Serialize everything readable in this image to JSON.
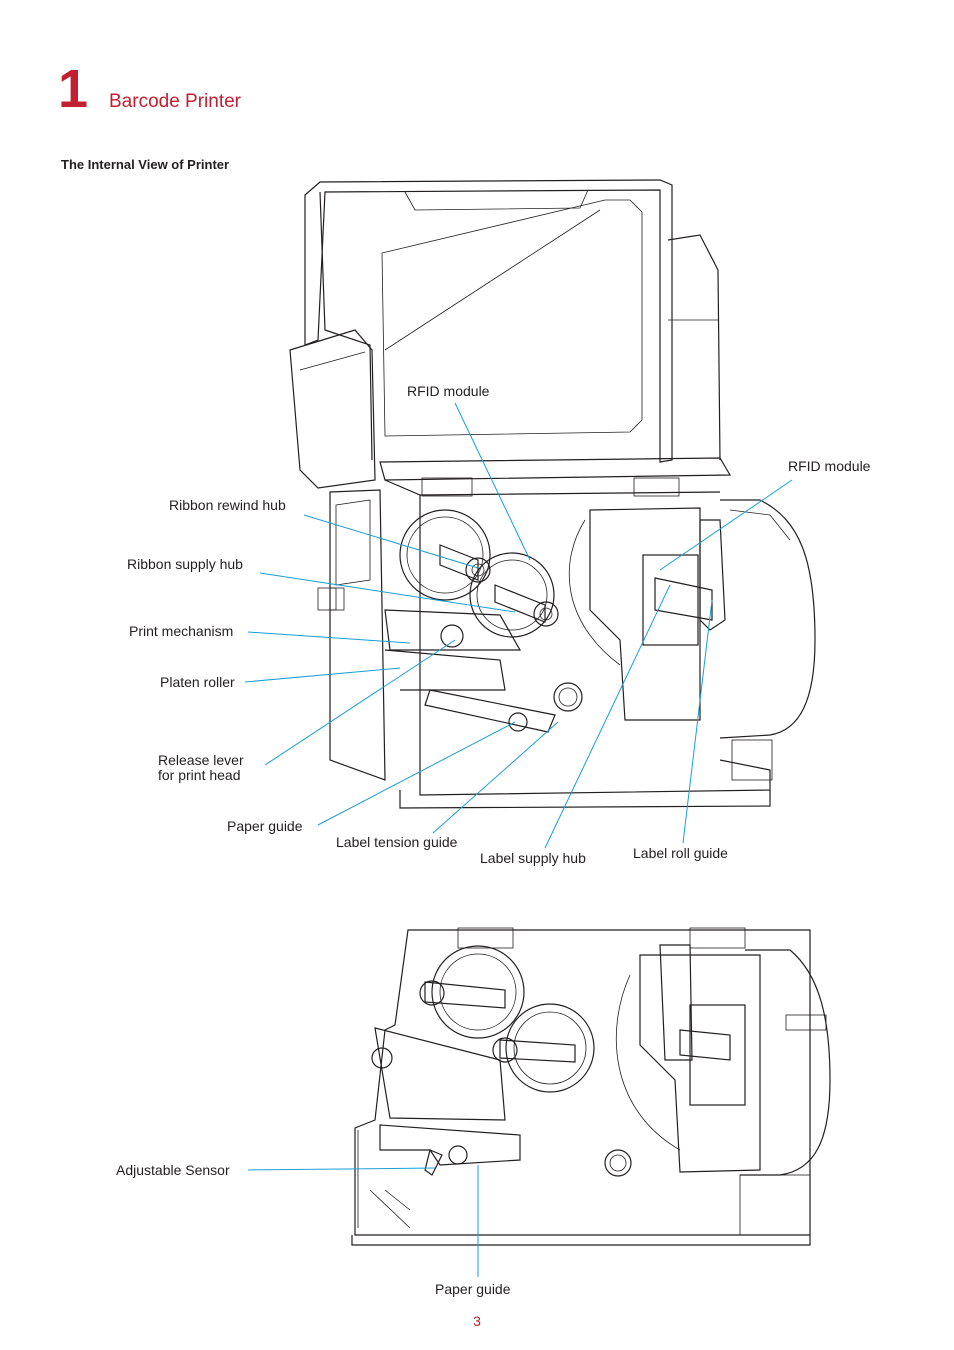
{
  "header": {
    "chapter_number": "1",
    "chapter_title": "Barcode Printer"
  },
  "section": {
    "title": "The Internal View of Printer"
  },
  "figure1": {
    "labels": {
      "rfid_module_top": "RFID module",
      "rfid_module_right": "RFID module",
      "ribbon_rewind_hub": "Ribbon rewind hub",
      "ribbon_supply_hub": "Ribbon supply hub",
      "print_mechanism": "Print mechanism",
      "platen_roller": "Platen roller",
      "release_lever": "Release lever\nfor print head",
      "paper_guide": "Paper guide",
      "label_tension_guide": "Label tension guide",
      "label_supply_hub": "Label supply hub",
      "label_roll_guide": "Label roll guide"
    }
  },
  "figure2": {
    "labels": {
      "adjustable_sensor": "Adjustable Sensor",
      "paper_guide": "Paper guide"
    }
  },
  "footer": {
    "page_number": "3"
  }
}
